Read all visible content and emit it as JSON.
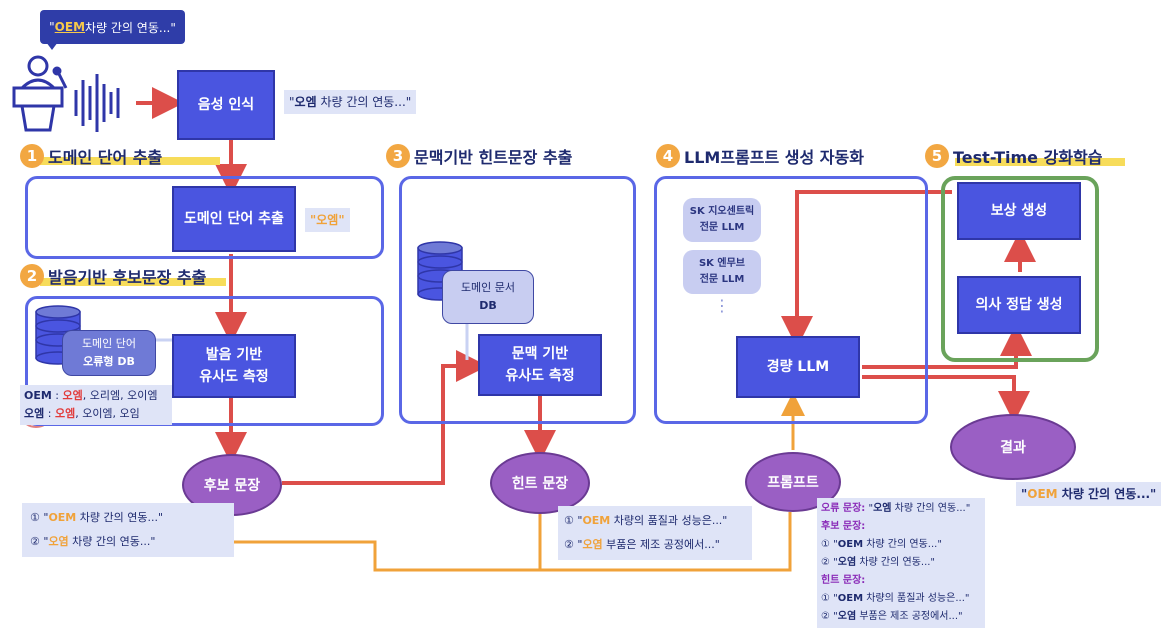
{
  "bubble": {
    "oem": "OEM",
    "rest": " 차량 간의 연동...\""
  },
  "speech_quote_open": "\"",
  "steps": [
    {
      "num": "1",
      "label": "도메인 단어 추출"
    },
    {
      "num": "2",
      "label": "발음기반 후보문장 추출"
    },
    {
      "num": "3",
      "label": "문맥기반 힌트문장 추출"
    },
    {
      "num": "4",
      "label": "LLM프롬프트 생성 자동화"
    },
    {
      "num": "5",
      "label": "Test-Time 강화학습"
    }
  ],
  "boxes": {
    "asr": "음성 인식",
    "domain_extract": "도메인 단어 추출",
    "pron_sim": [
      "발음 기반",
      "유사도 측정"
    ],
    "ctx_sim": [
      "문맥 기반",
      "유사도 측정"
    ],
    "light_llm": "경량 LLM",
    "reward": "보상 생성",
    "decision": "의사 정답 생성"
  },
  "asr_note": {
    "quote": "\"",
    "bold": "오엠",
    "rest": " 차량 간의 연동...\""
  },
  "domain_note": "\"오엠\"",
  "db_error": [
    "도메인 단어",
    "오류형 DB"
  ],
  "db_doc": [
    "도메인 문서",
    "DB"
  ],
  "oem_variants": [
    {
      "key": "OEM",
      "sep": " : ",
      "main": "오엠",
      "rest": ", 오리엠, 오이엠"
    },
    {
      "key": "오엠",
      "sep": " : ",
      "main": "오엠",
      "rest": ", 오이엠, 오임"
    }
  ],
  "ellipses": {
    "candidate": "후보 문장",
    "hint": "힌트 문장",
    "prompt": "프롬프트",
    "result": "결과"
  },
  "candidate_notes": [
    {
      "n": "①",
      "pre": " \"",
      "hl": "OEM",
      "rest": " 차량 간의 연동...\""
    },
    {
      "n": "②",
      "pre": " \"",
      "hl": "오염",
      "rest": " 차량 간의 연동...\""
    }
  ],
  "hint_notes": [
    {
      "n": "①",
      "pre": " \"",
      "hl": "OEM",
      "rest": " 차량의 품질과 성능은...\""
    },
    {
      "n": "②",
      "pre": " \"",
      "hl": "오염",
      "rest": " 부품은 제조 공정에서...\""
    }
  ],
  "llm_pills": [
    [
      "SK 지오센트릭",
      "전문 LLM"
    ],
    [
      "SK 엔무브",
      "전문 LLM"
    ]
  ],
  "pill_dots": "⋮",
  "result_note": {
    "pre": "\"",
    "hl": "OEM",
    "rest": " 차량 간의 연동...\""
  },
  "prompt_detail": {
    "error_label": "오류 문장:",
    "error_pre": " \"",
    "error_bold": "오엠",
    "error_rest": " 차량 간의 연동...\"",
    "cand_label": "후보 문장:",
    "cand": [
      {
        "n": "①",
        "pre": " \"",
        "b": "OEM",
        "rest": " 차량 간의 연동...\""
      },
      {
        "n": "②",
        "pre": " \"",
        "b": "오염",
        "rest": " 차량 간의 연동...\""
      }
    ],
    "hint_label": "힌트 문장:",
    "hint": [
      {
        "n": "①",
        "pre": " \"",
        "b": "OEM",
        "rest": " 차량의 품질과 성능은...\""
      },
      {
        "n": "②",
        "pre": " \"",
        "b": "오염",
        "rest": " 부품은 제조 공정에서...\""
      }
    ]
  },
  "colors": {
    "box": "#4a55e0",
    "frame": "#5a67e6",
    "green": "#6aa35b",
    "red": "#dc4e4a",
    "orange": "#f0a23a",
    "purple": "#9a5fc4",
    "yellow": "#f7dc5a"
  }
}
